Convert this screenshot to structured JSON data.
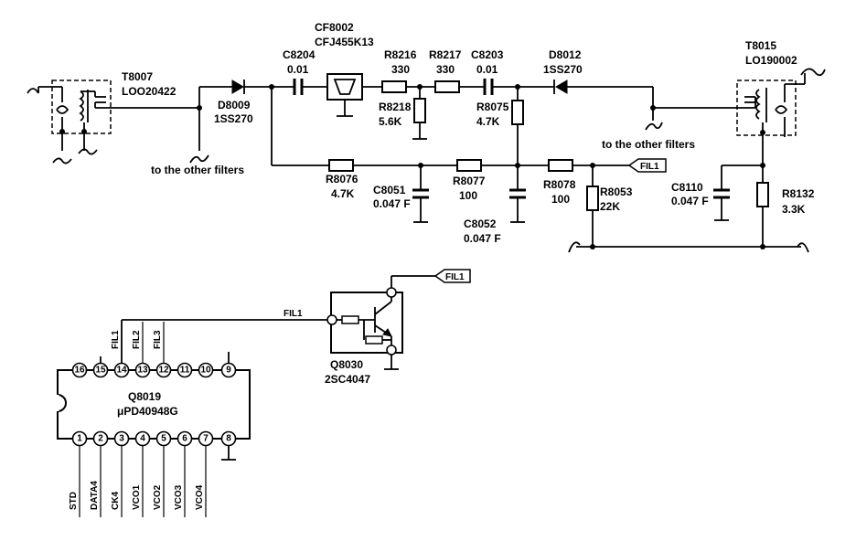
{
  "transformers": {
    "t8007": {
      "ref": "T8007",
      "part": "LOO20422"
    },
    "t8015": {
      "ref": "T8015",
      "part": "LO190002"
    }
  },
  "diodes": {
    "d8009": {
      "ref": "D8009",
      "part": "1SS270"
    },
    "d8012": {
      "ref": "D8012",
      "part": "1SS270"
    }
  },
  "filter": {
    "ref": "CF8002",
    "part": "CFJ455K13"
  },
  "capacitors": {
    "c8204": {
      "ref": "C8204",
      "value": "0.01"
    },
    "c8203": {
      "ref": "C8203",
      "value": "0.01"
    },
    "c8051": {
      "ref": "C8051",
      "value": "0.047 F"
    },
    "c8052": {
      "ref": "C8052",
      "value": "0.047 F"
    },
    "c8110": {
      "ref": "C8110",
      "value": "0.047 F"
    }
  },
  "resistors": {
    "r8216": {
      "ref": "R8216",
      "value": "330"
    },
    "r8217": {
      "ref": "R8217",
      "value": "330"
    },
    "r8218": {
      "ref": "R8218",
      "value": "5.6K"
    },
    "r8075": {
      "ref": "R8075",
      "value": "4.7K"
    },
    "r8076": {
      "ref": "R8076",
      "value": "4.7K"
    },
    "r8077": {
      "ref": "R8077",
      "value": "100"
    },
    "r8078": {
      "ref": "R8078",
      "value": "100"
    },
    "r8053": {
      "ref": "R8053",
      "value": "22K"
    },
    "r8132": {
      "ref": "R8132",
      "value": "3.3K"
    }
  },
  "notes": {
    "other_filters_left": "to the other filters",
    "other_filters_right": "to the other filters"
  },
  "nets": {
    "fil1_tag_top": "FIL1",
    "fil1_tag_q": "FIL1",
    "fil1_wire": "FIL1"
  },
  "transistor": {
    "ref": "Q8030",
    "part": "2SC4047"
  },
  "ic": {
    "ref": "Q8019",
    "part": "μPD40948G",
    "top_pins": [
      "16",
      "15",
      "14",
      "13",
      "12",
      "11",
      "10",
      "9"
    ],
    "bottom_pins": [
      "1",
      "2",
      "3",
      "4",
      "5",
      "6",
      "7",
      "8"
    ],
    "top_signals": [
      "FIL1",
      "FIL2",
      "FIL3"
    ],
    "bottom_signals": [
      "STD",
      "DATA4",
      "CK4",
      "VCO1",
      "VCO2",
      "VCO3",
      "VCO4"
    ]
  }
}
